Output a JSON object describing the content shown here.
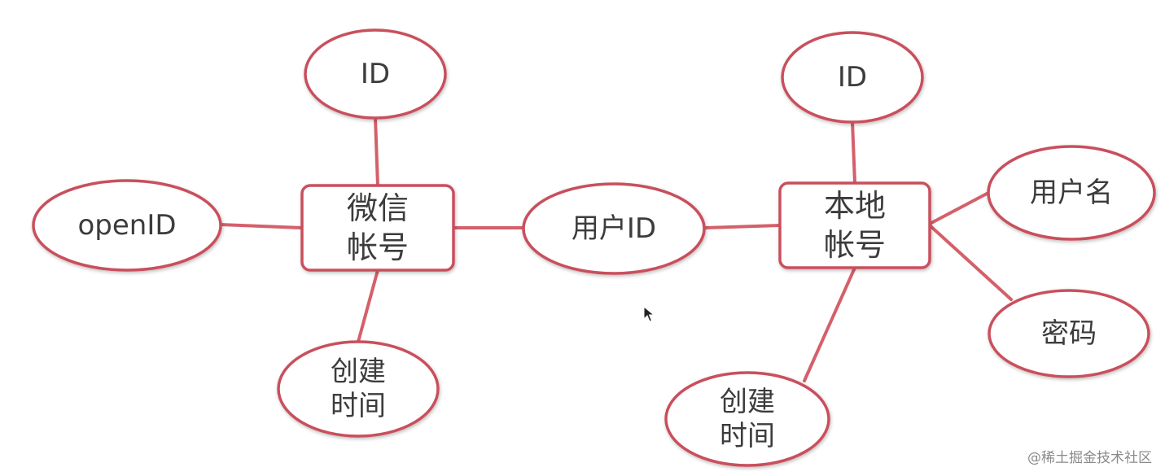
{
  "diagram": {
    "entities": [
      {
        "id": "wechat-account",
        "lines": [
          "微信",
          "帐号"
        ]
      },
      {
        "id": "local-account",
        "lines": [
          "本地",
          "帐号"
        ]
      }
    ],
    "attributes": [
      {
        "id": "wechat-id",
        "lines": [
          "ID"
        ]
      },
      {
        "id": "wechat-openid",
        "lines": [
          "openID"
        ]
      },
      {
        "id": "wechat-create-time",
        "lines": [
          "创建",
          "时间"
        ]
      },
      {
        "id": "user-id",
        "lines": [
          "用户ID"
        ]
      },
      {
        "id": "local-id",
        "lines": [
          "ID"
        ]
      },
      {
        "id": "local-username",
        "lines": [
          "用户名"
        ]
      },
      {
        "id": "local-password",
        "lines": [
          "密码"
        ]
      },
      {
        "id": "local-create-time",
        "lines": [
          "创建",
          "时间"
        ]
      }
    ],
    "relations": [
      {
        "from": "wechat-account",
        "to": "wechat-id"
      },
      {
        "from": "wechat-account",
        "to": "wechat-openid"
      },
      {
        "from": "wechat-account",
        "to": "wechat-create-time"
      },
      {
        "from": "wechat-account",
        "to": "user-id"
      },
      {
        "from": "user-id",
        "to": "local-account"
      },
      {
        "from": "local-account",
        "to": "local-id"
      },
      {
        "from": "local-account",
        "to": "local-username"
      },
      {
        "from": "local-account",
        "to": "local-password"
      },
      {
        "from": "local-account",
        "to": "local-create-time"
      }
    ],
    "colors": {
      "stroke": "#c9505c",
      "text": "#3c3c3c"
    }
  },
  "watermark": "@稀土掘金技术社区",
  "icons": {
    "cursor": "mouse-pointer-icon"
  }
}
